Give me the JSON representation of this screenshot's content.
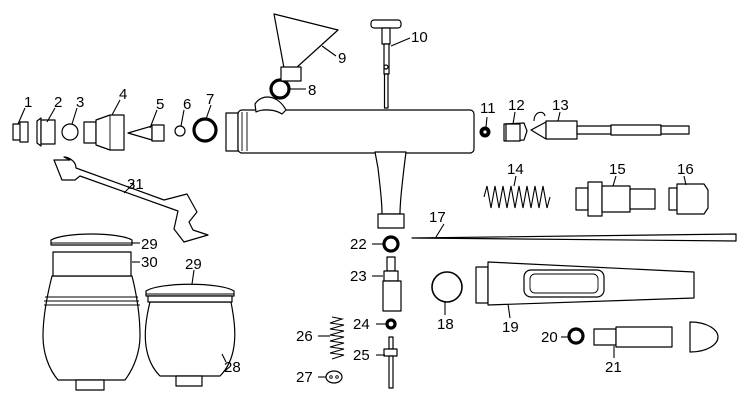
{
  "parts": [
    {
      "id": "1",
      "label": "1"
    },
    {
      "id": "2",
      "label": "2"
    },
    {
      "id": "3",
      "label": "3"
    },
    {
      "id": "4",
      "label": "4"
    },
    {
      "id": "5",
      "label": "5"
    },
    {
      "id": "6",
      "label": "6"
    },
    {
      "id": "7",
      "label": "7"
    },
    {
      "id": "8",
      "label": "8"
    },
    {
      "id": "9",
      "label": "9"
    },
    {
      "id": "10",
      "label": "10"
    },
    {
      "id": "11",
      "label": "11"
    },
    {
      "id": "12",
      "label": "12"
    },
    {
      "id": "13",
      "label": "13"
    },
    {
      "id": "14",
      "label": "14"
    },
    {
      "id": "15",
      "label": "15"
    },
    {
      "id": "16",
      "label": "16"
    },
    {
      "id": "17",
      "label": "17"
    },
    {
      "id": "18",
      "label": "18"
    },
    {
      "id": "19",
      "label": "19"
    },
    {
      "id": "20",
      "label": "20"
    },
    {
      "id": "21",
      "label": "21"
    },
    {
      "id": "22",
      "label": "22"
    },
    {
      "id": "23",
      "label": "23"
    },
    {
      "id": "24",
      "label": "24"
    },
    {
      "id": "25",
      "label": "25"
    },
    {
      "id": "26",
      "label": "26"
    },
    {
      "id": "27",
      "label": "27"
    },
    {
      "id": "28",
      "label": "28"
    },
    {
      "id": "29a",
      "label": "29"
    },
    {
      "id": "29b",
      "label": "29"
    },
    {
      "id": "30",
      "label": "30"
    },
    {
      "id": "31",
      "label": "31"
    }
  ]
}
